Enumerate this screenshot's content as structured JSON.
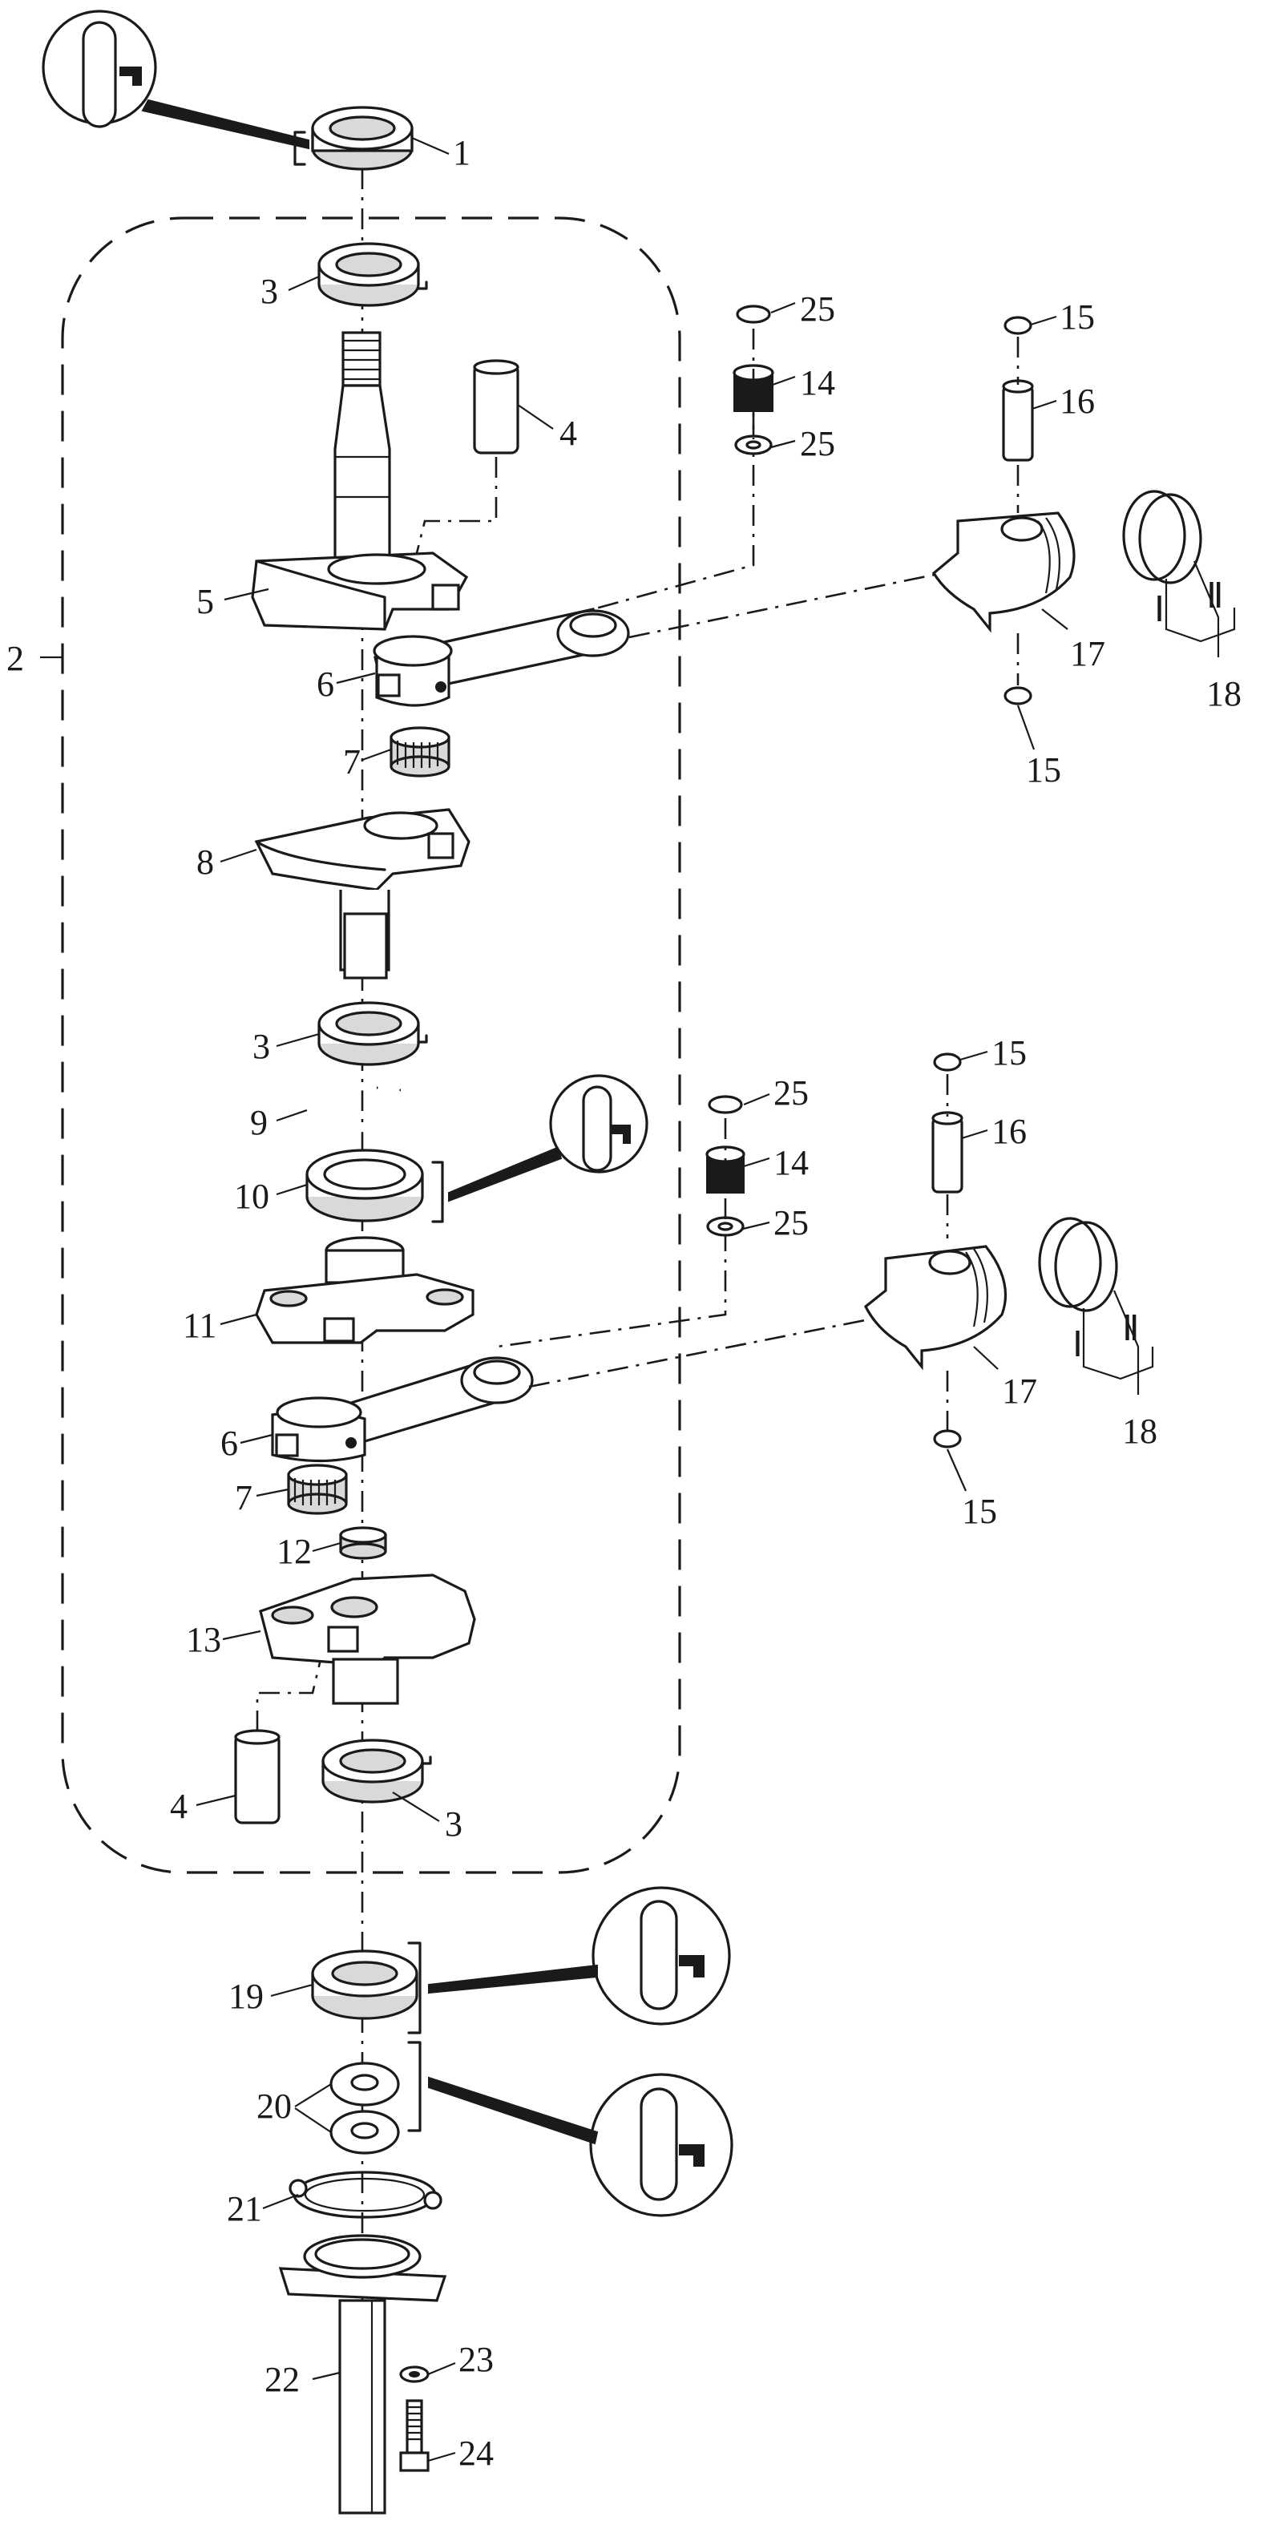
{
  "labels": {
    "l1": "1",
    "l2": "2",
    "l3a": "3",
    "l3b": "3",
    "l3c": "3",
    "l4a": "4",
    "l4b": "4",
    "l5": "5",
    "l6a": "6",
    "l6b": "6",
    "l7a": "7",
    "l7b": "7",
    "l8": "8",
    "l9": "9",
    "l10": "10",
    "l11": "11",
    "l12": "12",
    "l13": "13",
    "l14a": "14",
    "l14b": "14",
    "l15a": "15",
    "l15b": "15",
    "l15c": "15",
    "l15d": "15",
    "l16a": "16",
    "l16b": "16",
    "l17a": "17",
    "l17b": "17",
    "l18a": "18",
    "l18b": "18",
    "ringIa": "Ⅰ",
    "ringIIa": "Ⅱ",
    "ringIb": "Ⅰ",
    "ringIIb": "Ⅱ",
    "l19": "19",
    "l20": "20",
    "l21": "21",
    "l22": "22",
    "l23": "23",
    "l24": "24",
    "l25a": "25",
    "l25b": "25",
    "l25c": "25",
    "l25d": "25"
  },
  "icons": [
    "grease-callout-icon",
    "bearing-icon",
    "crank-web-icon",
    "connecting-rod-icon",
    "piston-icon",
    "piston-ring-icon",
    "needle-bearing-icon",
    "bolt-icon"
  ]
}
